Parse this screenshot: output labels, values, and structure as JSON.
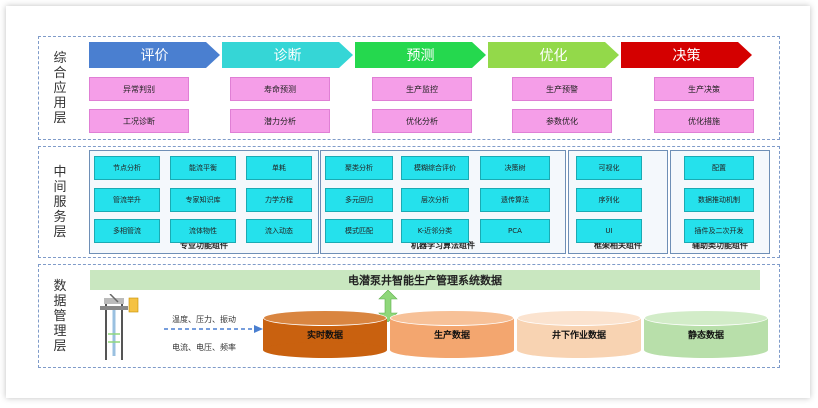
{
  "colors": {
    "arrow1": "#4a7fd0",
    "arrow2": "#35d6d6",
    "arrow3": "#25d84e",
    "arrow4": "#93d94a",
    "arrow5": "#d40000",
    "pink": "#f59ee8",
    "cyan": "#25e1ec",
    "banner": "#c9e7c0",
    "cyl1": "#c9610f",
    "cyl2": "#f3a66f",
    "cyl3": "#f8d3b2",
    "cyl4": "#b8dfaa"
  },
  "layer1": {
    "label": [
      "综",
      "合",
      "应",
      "用",
      "层"
    ],
    "stages": [
      "评价",
      "诊断",
      "预测",
      "优化",
      "决策"
    ],
    "boxes": [
      [
        "异常判别",
        "工况诊断"
      ],
      [
        "寿命预测",
        "潜力分析"
      ],
      [
        "生产监控",
        "优化分析"
      ],
      [
        "生产预警",
        "参数优化"
      ],
      [
        "生产决策",
        "优化措施"
      ]
    ]
  },
  "layer2": {
    "label": [
      "中",
      "间",
      "服",
      "务",
      "层"
    ],
    "groups": [
      {
        "title": "专业功能组件",
        "items": [
          "节点分析",
          "能流平衡",
          "单耗",
          "管流举升",
          "专家知识库",
          "力学方程",
          "多相管流",
          "流体物性",
          "流入动态"
        ]
      },
      {
        "title": "机器学习算法组件",
        "items": [
          "聚类分析",
          "模糊综合评价",
          "决策树",
          "多元回归",
          "层次分析",
          "遗传算法",
          "模式匹配",
          "K-近邻分类",
          "PCA"
        ]
      },
      {
        "title": "框架相关组件",
        "items": [
          "可视化",
          "序列化",
          "UI"
        ]
      },
      {
        "title": "辅助类功能组件",
        "items": [
          "配置",
          "数据推动机制",
          "插件及二次开发"
        ]
      }
    ]
  },
  "layer3": {
    "label": [
      "数",
      "据",
      "管",
      "理",
      "层"
    ],
    "banner": "电潜泵井智能生产管理系统数据",
    "flow1": "温度、压力、振动",
    "flow2": "电流、电压、频率",
    "stores": [
      "实时数据",
      "生产数据",
      "井下作业数据",
      "静态数据"
    ]
  }
}
